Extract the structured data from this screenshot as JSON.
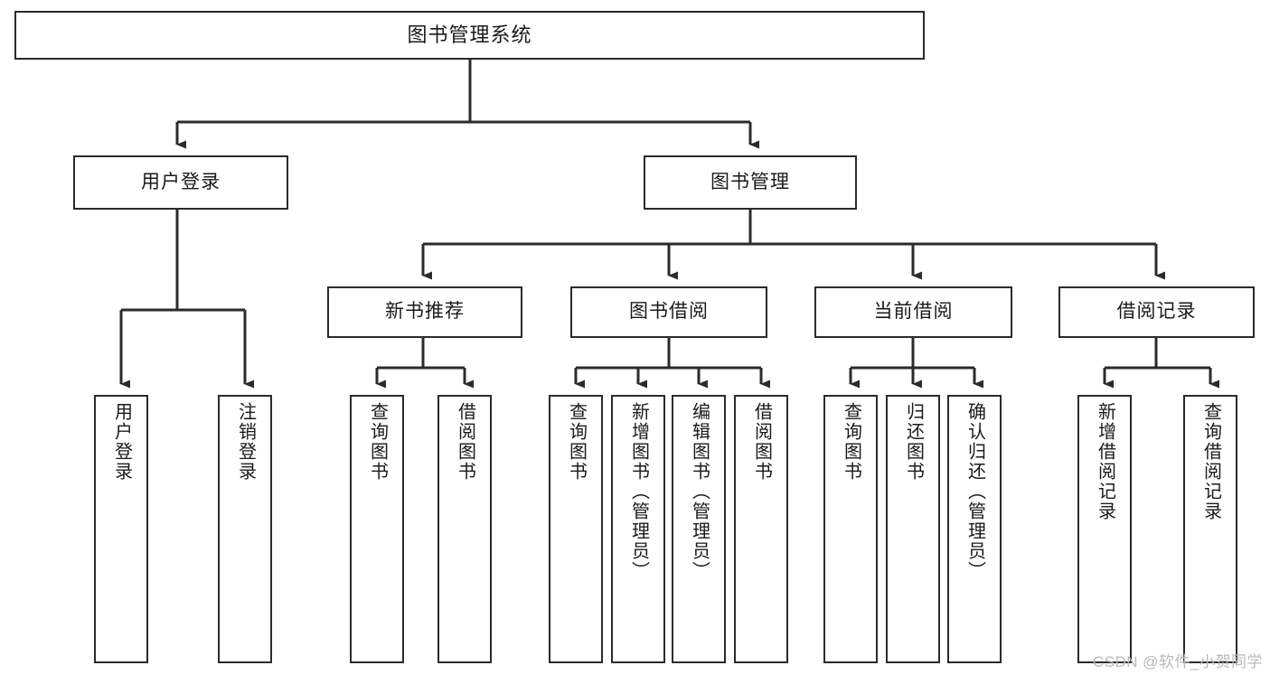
{
  "diagram": {
    "title": "图书管理系统",
    "type": "hierarchy-tree",
    "colors": {
      "background": "#ffffff",
      "node_fill": "#ffffff",
      "node_border": "#2b2b2b",
      "edge": "#2b2b2b",
      "text": "#1a1a1a",
      "watermark": "#b9b9b9"
    },
    "root": {
      "label": "图书管理系统"
    },
    "level2": [
      {
        "label": "用户登录"
      },
      {
        "label": "图书管理"
      }
    ],
    "level3": [
      {
        "label": "新书推荐"
      },
      {
        "label": "图书借阅"
      },
      {
        "label": "当前借阅"
      },
      {
        "label": "借阅记录"
      }
    ],
    "leaves": {
      "user_login": [
        {
          "label": "用户登录"
        },
        {
          "label": "注销登录"
        }
      ],
      "new_book_recommend": [
        {
          "label": "查询图书"
        },
        {
          "label": "借阅图书"
        }
      ],
      "book_borrow": [
        {
          "label": "查询图书"
        },
        {
          "label": "新增图书（管理员）"
        },
        {
          "label": "编辑图书（管理员）"
        },
        {
          "label": "借阅图书"
        }
      ],
      "current_borrow": [
        {
          "label": "查询图书"
        },
        {
          "label": "归还图书"
        },
        {
          "label": "确认归还（管理员）"
        }
      ],
      "borrow_record": [
        {
          "label": "新增借阅记录"
        },
        {
          "label": "查询借阅记录"
        }
      ]
    }
  },
  "watermark": {
    "text": "CSDN @软件_小贺同学"
  }
}
